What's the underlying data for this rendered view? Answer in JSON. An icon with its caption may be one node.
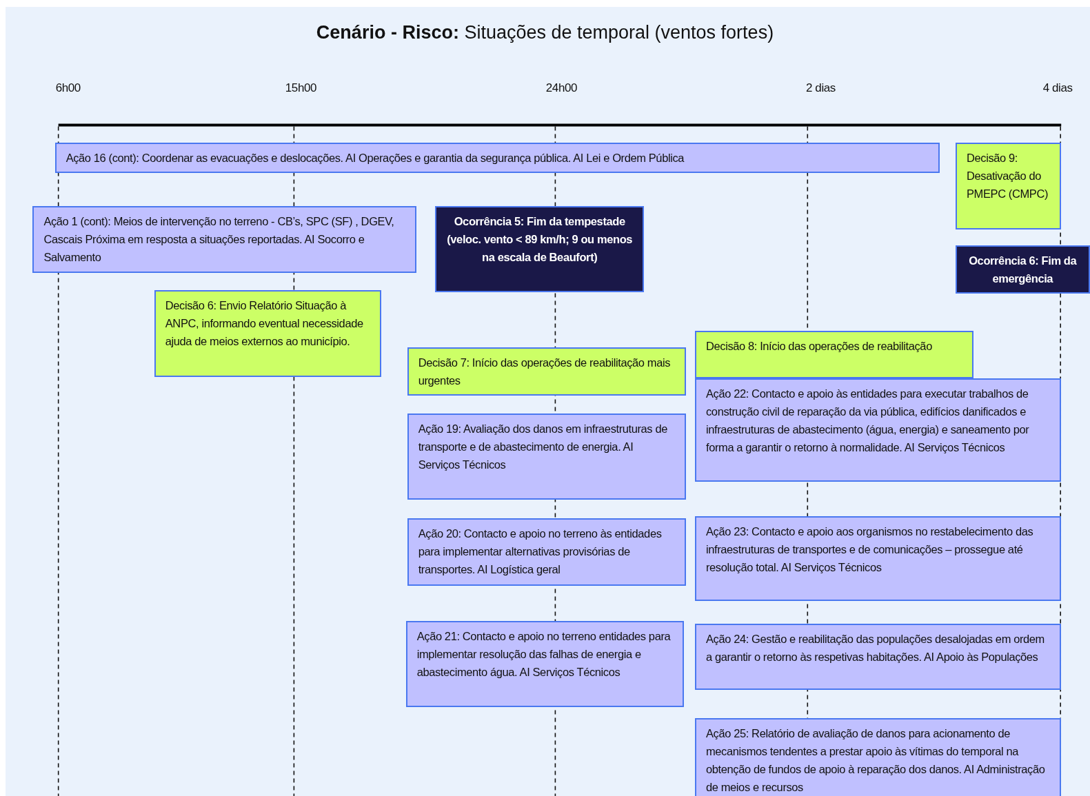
{
  "diagram": {
    "title": "**Cenário - Risco:** Situações de temporal (ventos fortes)",
    "nodes": [
      {
        "text": [
          "Ação 16 (cont): Coordenar as evacuações e deslocações. AI Operações e garantia da segurança pública. AI Lei e Ordem Pública"
        ]
      },
      {
        "text": [
          "Decisão 9: Desativação do PMEPC (CMPC)"
        ]
      },
      {
        "text": [
          "Ação 1 (cont): Meios de intervenção no terreno - CB’s, SPC (SF) , DGEV, Cascais Próxima em resposta a situações reportadas. AI Socorro e Salvamento"
        ]
      },
      {
        "text": [
          "Ocorrência 5: Fim da tempestade (veloc. vento < 89 km/h; 9 ou menos na escala de Beaufort)"
        ]
      },
      {
        "text": [
          "Ocorrência 6: Fim da emergência"
        ]
      },
      {
        "text": [
          "Decisão 6: Envio Relatório Situação à ANPC, informando eventual necessidade ajuda de meios externos ao município."
        ]
      },
      {
        "text": [
          "Decisão 8: Início das operações de reabilitação"
        ]
      },
      {
        "text": [
          "Decisão 7: Início das operações de reabilitação mais urgentes"
        ]
      },
      {
        "text": [
          "Ação 22: Contacto e apoio às entidades para executar trabalhos de construção civil de reparação da via pública, edifícios danificados e infraestruturas de abastecimento (água, energia) e saneamento por forma a garantir o retorno à normalidade. AI Serviços Técnicos"
        ]
      },
      {
        "text": [
          "Ação 19: Avaliação dos danos em infraestruturas de transporte e de abastecimento de energia. AI Serviços Técnicos"
        ]
      },
      {
        "text": [
          "Ação 20: Contacto e apoio no terreno às entidades para implementar alternativas provisórias de transportes. AI Logística geral"
        ]
      },
      {
        "text": [
          "Ação 23: Contacto e apoio aos organismos no restabelecimento das infraestruturas de transportes e de comunicações – prossegue até resolução total. AI Serviços Técnicos"
        ]
      },
      {
        "text": [
          "Ação 21: Contacto e apoio no terreno entidades para implementar resolução das falhas de energia e abastecimento água. AI Serviços Técnicos"
        ]
      },
      {
        "text": [
          "Ação 24: Gestão e reabilitação das populações desalojadas em ordem a garantir o retorno às respetivas habitações. AI Apoio às Populações"
        ]
      },
      {
        "text": [
          "Ação 25: Relatório de avaliação de danos para acionamento de mecanismos tendentes a prestar apoio às vítimas do temporal na obtenção de fundos de apoio à reparação dos danos. AI Administração de meios e recursos"
        ]
      }
    ],
    "labels": [
      "6h00",
      "15h00",
      "24h00",
      "2 dias",
      "4 dias"
    ]
  }
}
